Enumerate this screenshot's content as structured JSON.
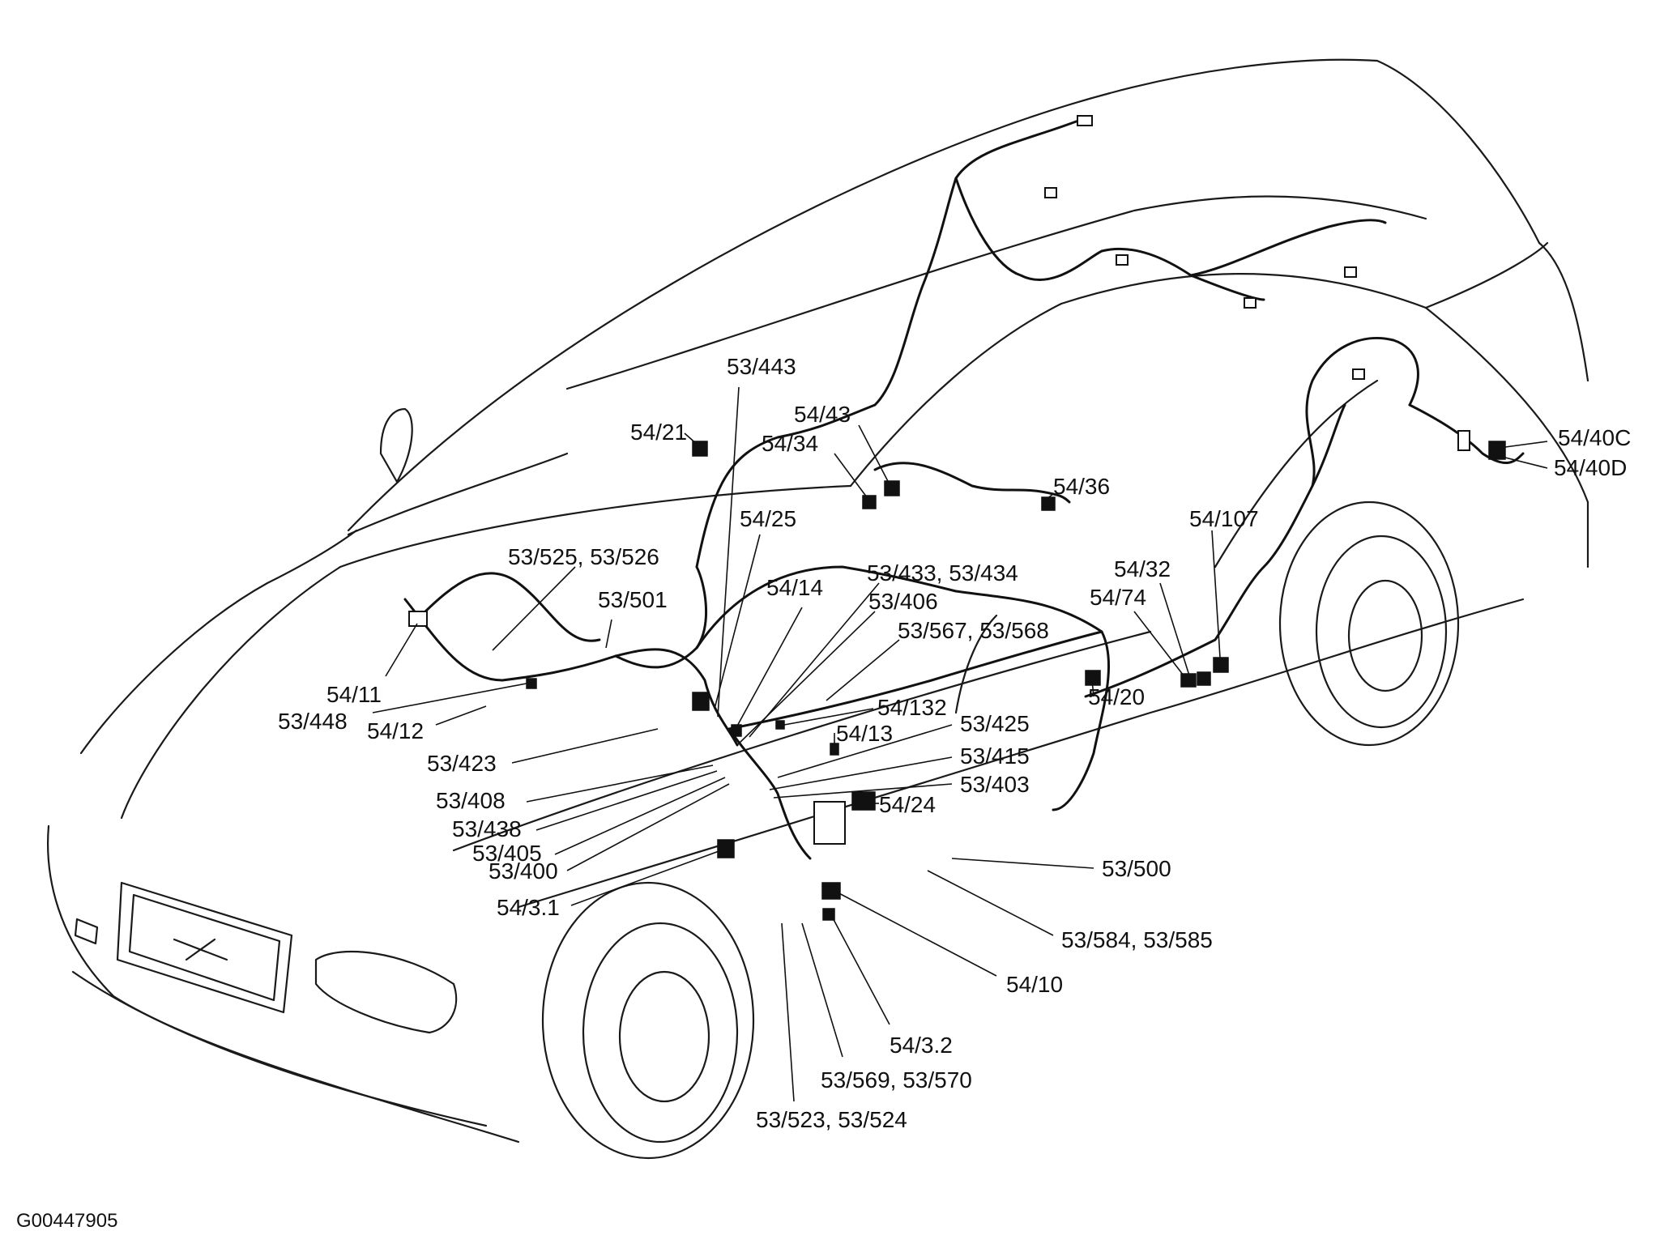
{
  "figure_id": "G00447905",
  "callouts": {
    "c53_443": "53/443",
    "c54_21": "54/21",
    "c54_43": "54/43",
    "c54_34": "54/34",
    "c54_36": "54/36",
    "c54_40c": "54/40C",
    "c54_40d": "54/40D",
    "c54_107": "54/107",
    "c54_25": "54/25",
    "c53_525": "53/525, 53/526",
    "c53_433": "53/433, 53/434",
    "c54_32": "54/32",
    "c54_74": "54/74",
    "c54_14": "54/14",
    "c53_501": "53/501",
    "c53_406": "53/406",
    "c53_567": "53/567, 53/568",
    "c54_20": "54/20",
    "c54_11": "54/11",
    "c53_448": "53/448",
    "c54_12": "54/12",
    "c54_132": "54/132",
    "c54_13": "54/13",
    "c53_425": "53/425",
    "c53_423": "53/423",
    "c53_415": "53/415",
    "c53_403": "53/403",
    "c54_24": "54/24",
    "c53_408": "53/408",
    "c53_438": "53/438",
    "c53_405": "53/405",
    "c53_400": "53/400",
    "c53_500": "53/500",
    "c54_3_1": "54/3.1",
    "c53_584": "53/584, 53/585",
    "c54_10": "54/10",
    "c54_3_2": "54/3.2",
    "c53_569": "53/569, 53/570",
    "c53_523": "53/523, 53/524"
  }
}
